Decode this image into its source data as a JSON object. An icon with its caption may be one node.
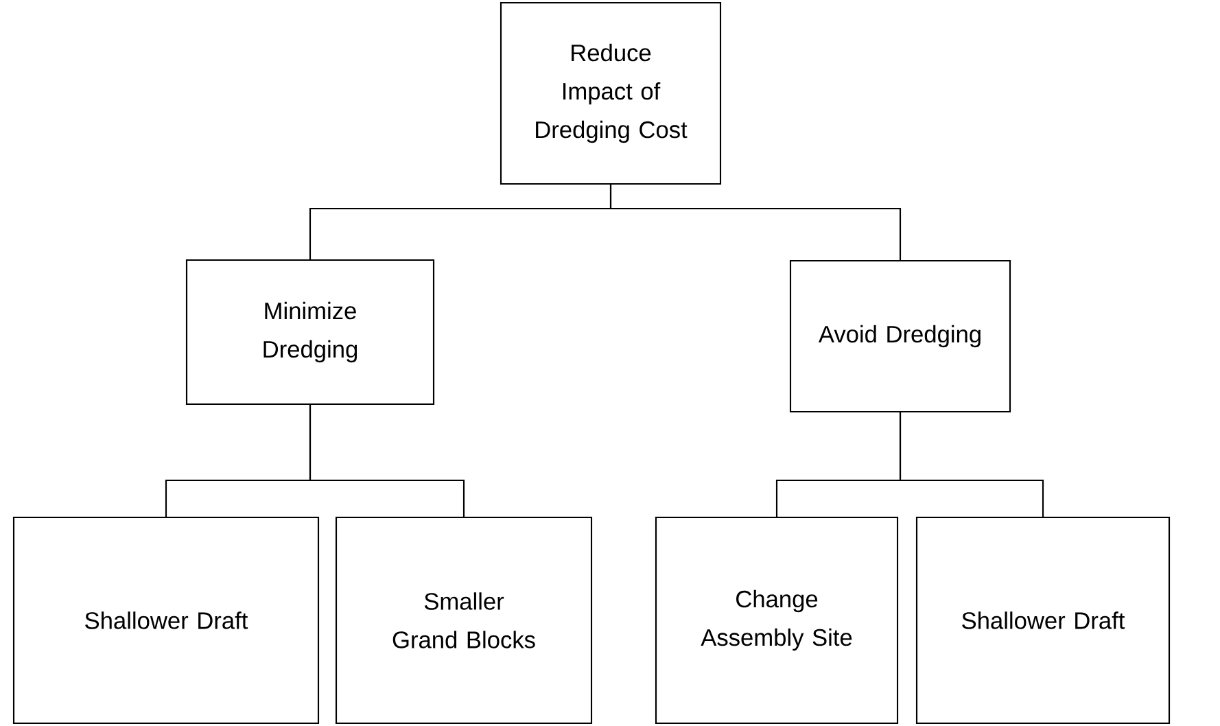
{
  "diagram": {
    "nodes": [
      {
        "text": [
          "Reduce Impact of Dredging Cost"
        ]
      },
      {
        "text": [
          "Minimize Dredging"
        ]
      },
      {
        "text": [
          "Avoid Dredging"
        ]
      },
      {
        "text": [
          "Shallower Draft"
        ]
      },
      {
        "text": [
          "Smaller Grand Blocks"
        ]
      },
      {
        "text": [
          "Change Assembly Site"
        ]
      },
      {
        "text": [
          "Shallower Draft"
        ]
      }
    ],
    "edges": [
      {
        "from": 0,
        "to": 1,
        "arrow": "none"
      },
      {
        "from": 0,
        "to": 2,
        "arrow": "none"
      },
      {
        "from": 1,
        "to": 3,
        "arrow": "none"
      },
      {
        "from": 1,
        "to": 4,
        "arrow": "none"
      },
      {
        "from": 2,
        "to": 5,
        "arrow": "none"
      },
      {
        "from": 2,
        "to": 6,
        "arrow": "none"
      }
    ]
  }
}
